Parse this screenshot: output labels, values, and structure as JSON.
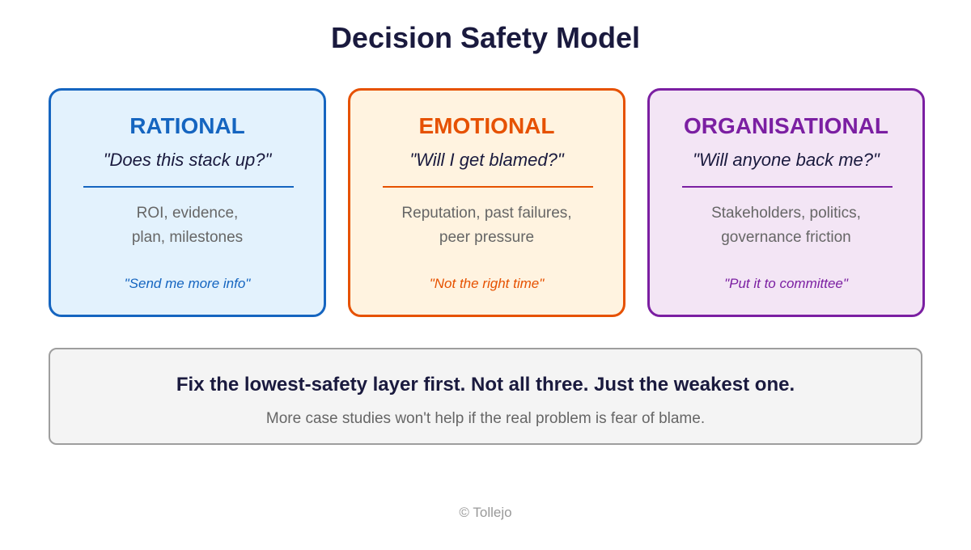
{
  "title": "Decision Safety Model",
  "cards": [
    {
      "name": "RATIONAL",
      "question": "\"Does this stack up?\"",
      "line1": "ROI, evidence,",
      "line2": "plan, milestones",
      "tagline": "\"Send me more info\"",
      "color": "#1565c0",
      "bg": "#e3f2fd"
    },
    {
      "name": "EMOTIONAL",
      "question": "\"Will I get blamed?\"",
      "line1": "Reputation, past failures,",
      "line2": "peer pressure",
      "tagline": "\"Not the right time\"",
      "color": "#e65100",
      "bg": "#fff3e0"
    },
    {
      "name": "ORGANISATIONAL",
      "question": "\"Will anyone back me?\"",
      "line1": "Stakeholders, politics,",
      "line2": "governance friction",
      "tagline": "\"Put it to committee\"",
      "color": "#7b1fa2",
      "bg": "#f3e5f5"
    }
  ],
  "summary": {
    "heading": "Fix the lowest-safety layer first. Not all three. Just the weakest one.",
    "subtext": "More case studies won't help if the real problem is fear of blame."
  },
  "footer": "© Tollejo"
}
